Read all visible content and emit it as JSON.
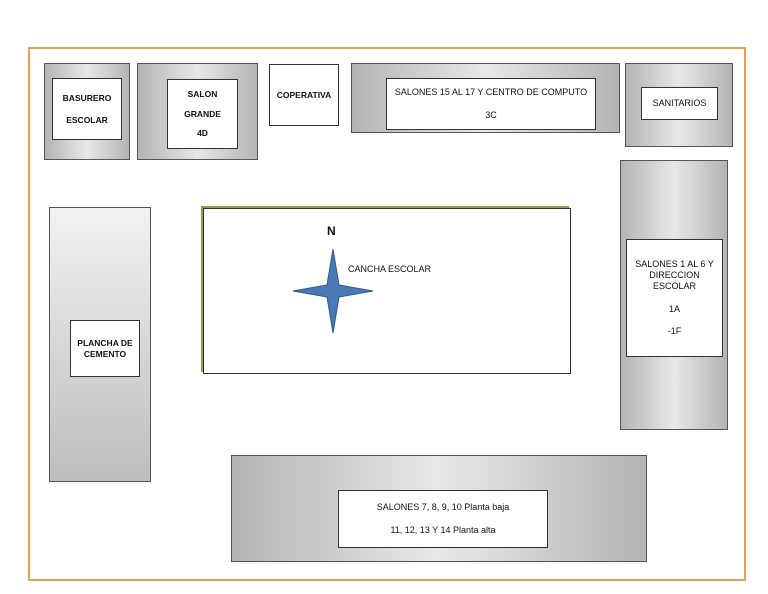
{
  "north_label": "N",
  "court_label": "CANCHA ESCOLAR",
  "buildings": {
    "basurero": {
      "line1": "BASURERO",
      "line2": "ESCOLAR"
    },
    "salon_grande": {
      "line1": "SALON",
      "line2": "GRANDE",
      "line3": "4D"
    },
    "cooperativa": {
      "label": "COPERATIVA"
    },
    "salones_15_17": {
      "line1": "SALONES 15 AL 17 Y CENTRO DE COMPUTO",
      "line2": "3C"
    },
    "sanitarios": {
      "label": "SANITARIOS"
    },
    "plancha": {
      "line1": "PLANCHA DE",
      "line2": "CEMENTO"
    },
    "salones_1_6": {
      "line1": "SALONES 1 AL 6 Y",
      "line2": "DIRECCION",
      "line3": "ESCOLAR",
      "line4": "1A",
      "line5": "-1F"
    },
    "salones_7_14": {
      "line1": "SALONES 7, 8, 9, 10 Planta baja",
      "line2": "11, 12, 13 Y 14 Planta alta"
    }
  },
  "colors": {
    "border": "#e7a05a",
    "compass": "#4a78b5",
    "court_edge": "#7fa64a"
  }
}
